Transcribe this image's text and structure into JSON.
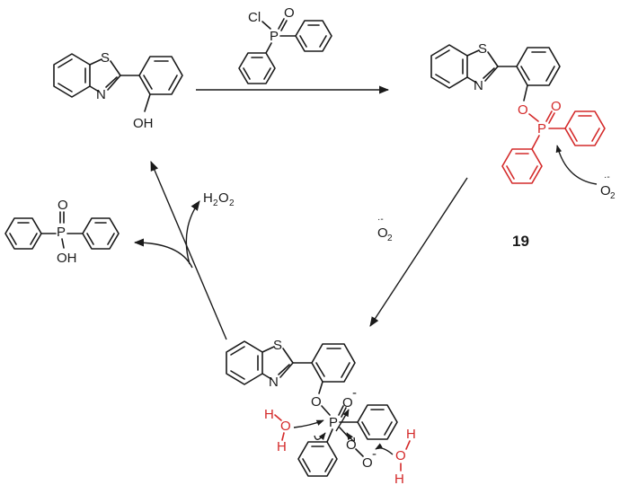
{
  "atoms": {
    "S": "S",
    "N": "N",
    "O": "O",
    "P": "P",
    "Cl": "Cl",
    "H": "H",
    "OH": "OH",
    "O_minus": "O",
    "minus": "-"
  },
  "reagents": {
    "h2o2": "H",
    "h2o2_sub": "2",
    "h2o2_o": "O",
    "h2o2_o_sub": "2",
    "superoxide": "O",
    "superoxide_sub": "2",
    "radical_dot": "·-"
  },
  "compound_label": "19",
  "colors": {
    "black": "#1a1a1a",
    "red": "#d42a2a"
  }
}
